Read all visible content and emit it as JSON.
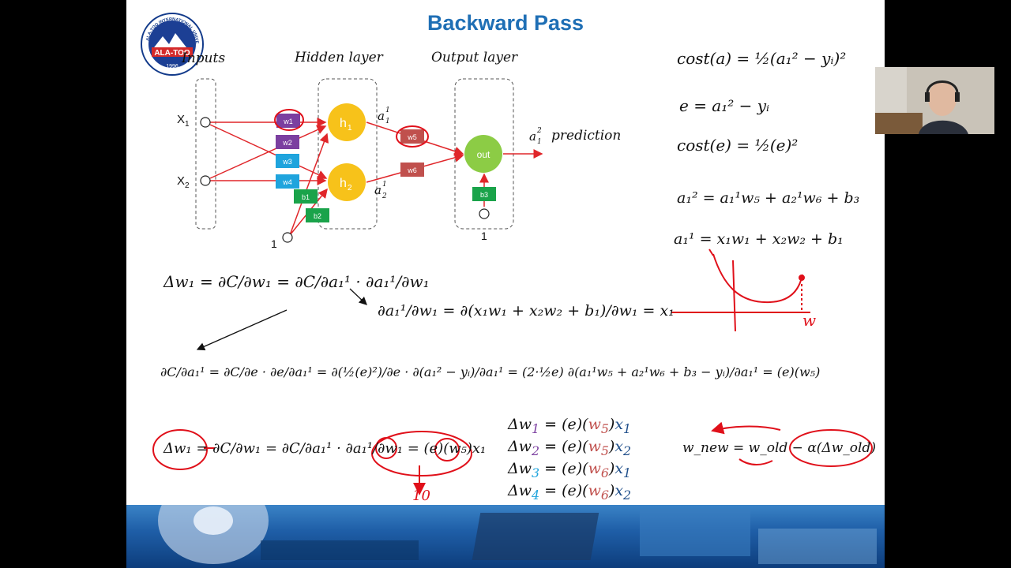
{
  "title": "Backward Pass",
  "logo": {
    "text": "ALA-TOO",
    "ring_text": "ALA-TOO INTERNATIONAL UNIVERSITY",
    "year": "1996"
  },
  "network": {
    "inputs_label": "Inputs",
    "hidden_label": "Hidden layer",
    "output_label": "Output layer",
    "x1": "X",
    "x1_sub": "1",
    "x2": "X",
    "x2_sub": "2",
    "bias_one_left": "1",
    "bias_one_right": "1",
    "h1": "h",
    "h1_sub": "1",
    "h2": "h",
    "h2_sub": "2",
    "out": "out",
    "a11": "a",
    "a11_sup": "1",
    "a11_sub": "1",
    "a21": "a",
    "a21_sup": "1",
    "a21_sub": "2",
    "prediction": "prediction",
    "pred_a": "a",
    "pred_sup": "2",
    "pred_sub": "1",
    "weights": [
      "w1",
      "w2",
      "w3",
      "w4",
      "w5",
      "w6"
    ],
    "biases": [
      "b1",
      "b2",
      "b3"
    ]
  },
  "equations": {
    "cost_a": "cost(a) = ½(a₁² − yᵢ)²",
    "e_def": "e = a₁² − yᵢ",
    "cost_e": "cost(e) = ½(e)²",
    "a12": "a₁² = a₁¹w₅ + a₂¹w₆ + b₃",
    "a11": "a₁¹ = x₁w₁ + x₂w₂ + b₁",
    "dw1_chain": "Δw₁ = ∂C/∂w₁ = ∂C/∂a₁¹ · ∂a₁¹/∂w₁",
    "da_dw": "∂a₁¹/∂w₁ = ∂(x₁w₁ + x₂w₂ + b₁)/∂w₁ = x₁",
    "dc_da": "∂C/∂a₁¹ = ∂C/∂e · ∂e/∂a₁¹ = ∂(½(e)²)/∂e · ∂(a₁² − yᵢ)/∂a₁¹ = (2·½e) ∂(a₁¹w₅ + a₂¹w₆ + b₃ − yᵢ)/∂a₁¹ = (e)(w₅)",
    "dw1_final": "Δw₁ = ∂C/∂w₁ = ∂C/∂a₁¹ · ∂a₁¹/∂w₁ = (e)(w₅)x₁",
    "update_rule": "w_new = w_old − α(Δw_old)",
    "delta_list": [
      {
        "w": "Δw",
        "idx": "1",
        "rhs1": "= (e)(",
        "wk": "w",
        "wk_idx": "5",
        "rhs2": ")",
        "x": "x",
        "x_idx": "1"
      },
      {
        "w": "Δw",
        "idx": "2",
        "rhs1": "= (e)(",
        "wk": "w",
        "wk_idx": "5",
        "rhs2": ")",
        "x": "x",
        "x_idx": "2"
      },
      {
        "w": "Δw",
        "idx": "3",
        "rhs1": "= (e)(",
        "wk": "w",
        "wk_idx": "6",
        "rhs2": ")",
        "x": "x",
        "x_idx": "1"
      },
      {
        "w": "Δw",
        "idx": "4",
        "rhs1": "= (e)(",
        "wk": "w",
        "wk_idx": "6",
        "rhs2": ")",
        "x": "x",
        "x_idx": "2"
      }
    ]
  },
  "annotations": {
    "ten": "10",
    "w_axis": "w"
  },
  "colors": {
    "title": "#1f6fb5",
    "arrow": "#e0262a",
    "node_hidden": "#f7c21a",
    "node_out": "#8ccc45",
    "w1w2": "#7b3fa0",
    "w3w4": "#1fa4dd",
    "w5w6": "#c0504d",
    "bias": "#1aa34a",
    "pen": "#e0101a"
  }
}
